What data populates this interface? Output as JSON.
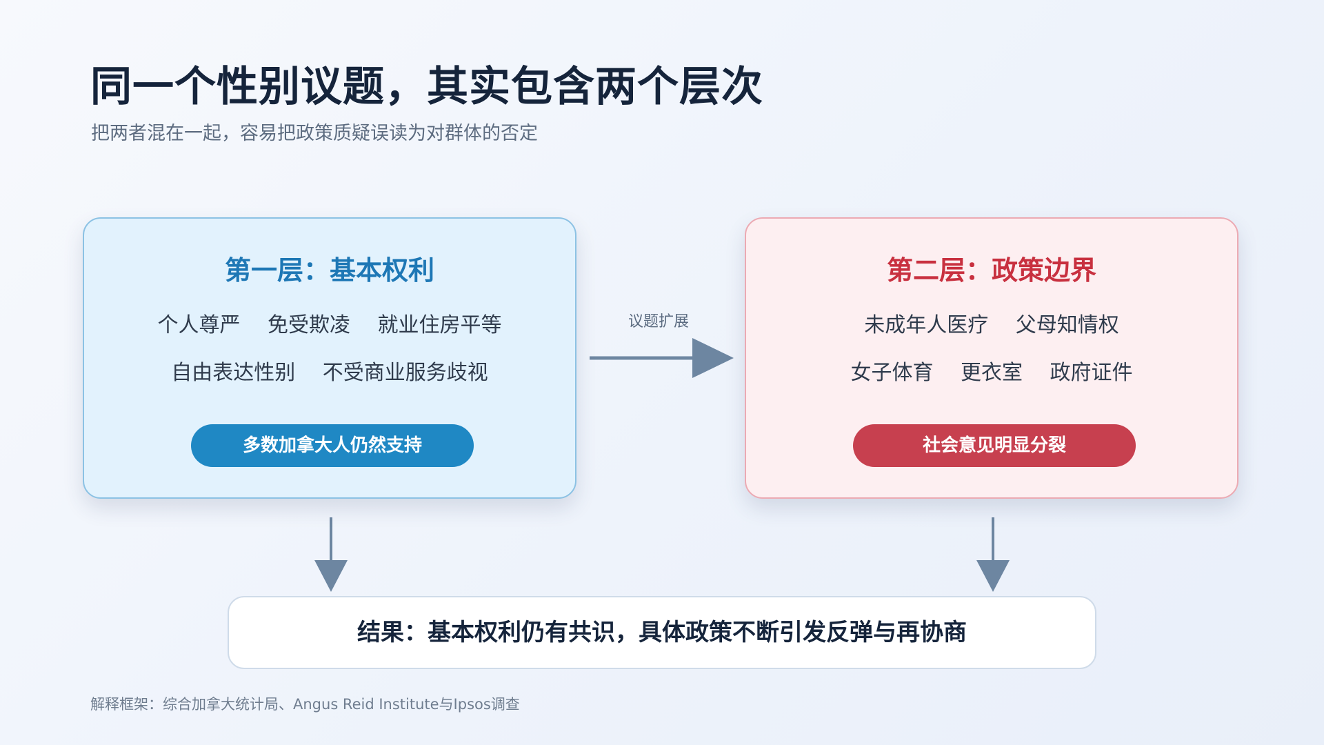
{
  "header": {
    "title": "同一个性别议题，其实包含两个层次",
    "subtitle": "把两者混在一起，容易把政策质疑误读为对群体的否定"
  },
  "left_card": {
    "title": "第一层：基本权利",
    "items_row1": [
      "个人尊严",
      "免受欺凌",
      "就业住房平等"
    ],
    "items_row2": [
      "自由表达性别",
      "不受商业服务歧视"
    ],
    "pill": "多数加拿大人仍然支持",
    "accent_color": "#1f88c4"
  },
  "connector": {
    "label": "议题扩展"
  },
  "right_card": {
    "title": "第二层：政策边界",
    "items_row1": [
      "未成年人医疗",
      "父母知情权"
    ],
    "items_row2": [
      "女子体育",
      "更衣室",
      "政府证件"
    ],
    "pill": "社会意见明显分裂",
    "accent_color": "#c7404f"
  },
  "result": {
    "text": "结果：基本权利仍有共识，具体政策不断引发反弹与再协商"
  },
  "footnote": {
    "text": "解释框架：综合加拿大统计局、Angus Reid Institute与Ipsos调查"
  },
  "colors": {
    "arrow": "#6d86a1",
    "title": "#15243b"
  }
}
